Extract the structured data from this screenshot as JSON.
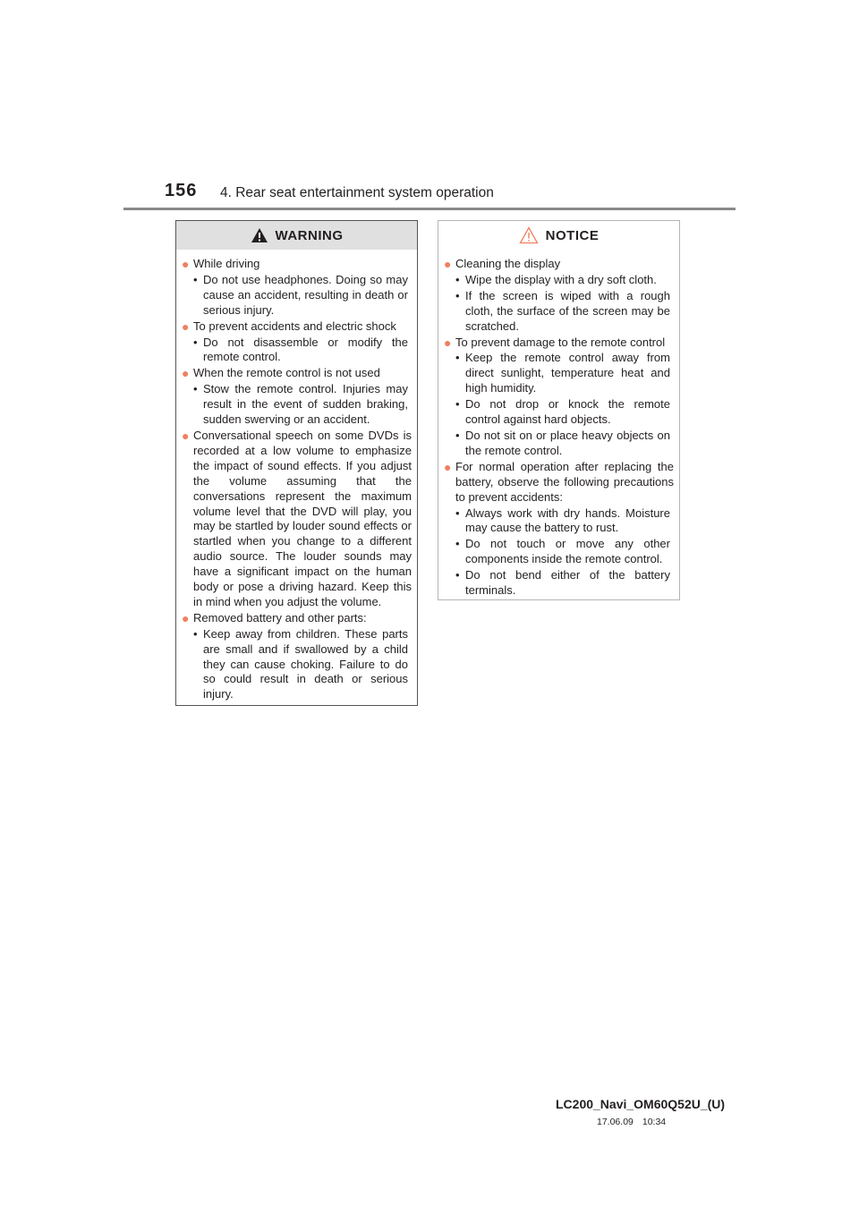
{
  "header": {
    "page_number": "156",
    "section_title": "4. Rear seat entertainment system operation"
  },
  "warning": {
    "title": "WARNING",
    "items": [
      {
        "text": "While driving",
        "subs": [
          "Do not use headphones. Doing so may cause an accident, resulting in death or serious injury."
        ]
      },
      {
        "text": "To prevent accidents and electric shock",
        "subs": [
          "Do not disassemble or modify the remote control."
        ]
      },
      {
        "text": "When the remote control is not used",
        "subs": [
          "Stow the remote control. Injuries may result in the event of sudden braking, sudden swerving or an accident."
        ]
      },
      {
        "text": "Conversational speech on some DVDs is recorded at a low volume to emphasize the impact of sound effects. If you adjust the volume assuming that the conversations represent the maximum volume level that the DVD will play, you may be startled by louder sound effects or startled when you change to a different audio source. The louder sounds may have a significant impact on the human body or pose a driving hazard. Keep this in mind when you adjust the volume.",
        "subs": []
      },
      {
        "text": "Removed battery and other parts:",
        "subs": [
          "Keep away from children. These parts are small and if swallowed by a child they can cause choking. Failure to do so could result in death or serious injury."
        ]
      }
    ]
  },
  "notice": {
    "title": "NOTICE",
    "items": [
      {
        "text": "Cleaning the display",
        "subs": [
          "Wipe the display with a dry soft cloth.",
          "If the screen is wiped with a rough cloth, the surface of the screen may be scratched."
        ]
      },
      {
        "text": "To prevent damage to the remote control",
        "subs": [
          "Keep the remote control away from direct sunlight, temperature heat and high humidity.",
          "Do not drop or knock the remote control against hard objects.",
          "Do not sit on or place heavy objects on the remote control."
        ]
      },
      {
        "text": "For normal operation after replacing the battery, observe the following precautions to prevent accidents:",
        "subs": [
          "Always work with dry hands. Moisture may cause the battery to rust.",
          "Do not touch or move any other components inside the remote control.",
          "Do not bend either of the battery terminals."
        ]
      }
    ]
  },
  "footer": {
    "document_id": "LC200_Navi_OM60Q52U_(U)",
    "date": "17.06.09",
    "time": "10:34"
  },
  "colors": {
    "bullet": "#f08060",
    "warning_header_bg": "#e0e0e0",
    "rule": "#8a8a8a"
  }
}
